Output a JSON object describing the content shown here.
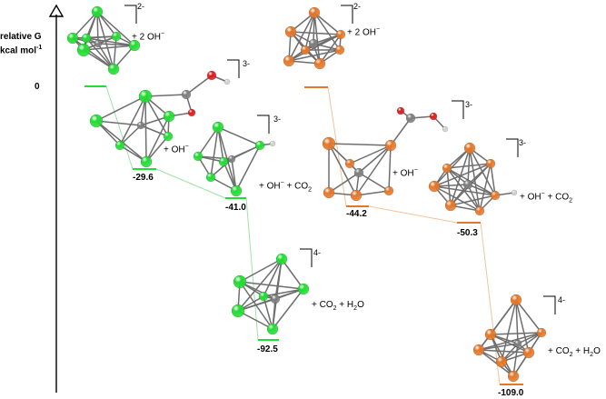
{
  "axis": {
    "label_line1": "relative G",
    "label_line2": "kcal mol",
    "label_line2_sup": "-1",
    "zero_tick": "0"
  },
  "colors": {
    "green": "#22dd33",
    "orange": "#e4782a",
    "carbon": "#7f7f7f",
    "oxygen": "#dd1b1b",
    "hydrogen": "#d0d0d0"
  },
  "green_path": [
    {
      "energy": "",
      "charge": "2-",
      "label": "+ 2 OH",
      "label_sup": "−",
      "label_sub": "",
      "label_tail": ""
    },
    {
      "energy": "-29.6",
      "charge": "3-",
      "label": "+ OH",
      "label_sup": "−",
      "label_sub": "",
      "label_tail": ""
    },
    {
      "energy": "-41.0",
      "charge": "3-",
      "label": "+ OH",
      "label_sup": "−",
      "label_sub": "",
      "label_tail": " + CO",
      "label_tail_sub": "2"
    },
    {
      "energy": "-92.5",
      "charge": "4-",
      "label": "+ CO",
      "label_sup": "",
      "label_sub": "2",
      "label_tail": " + H",
      "label_tail_sub": "2",
      "label_end": "O"
    }
  ],
  "orange_path": [
    {
      "energy": "",
      "charge": "2-",
      "label": "+ 2 OH",
      "label_sup": "−"
    },
    {
      "energy": "-44.2",
      "charge": "3-",
      "label": "+ OH",
      "label_sup": "−"
    },
    {
      "energy": "-50.3",
      "charge": "3-",
      "label": "+ OH",
      "label_sup": "−",
      "label_tail": " + CO",
      "label_tail_sub": "2"
    },
    {
      "energy": "-109.0",
      "charge": "4-",
      "label": "+ CO",
      "label_sub": "2",
      "label_tail": " + H",
      "label_tail_sub": "2",
      "label_end": "O"
    }
  ]
}
